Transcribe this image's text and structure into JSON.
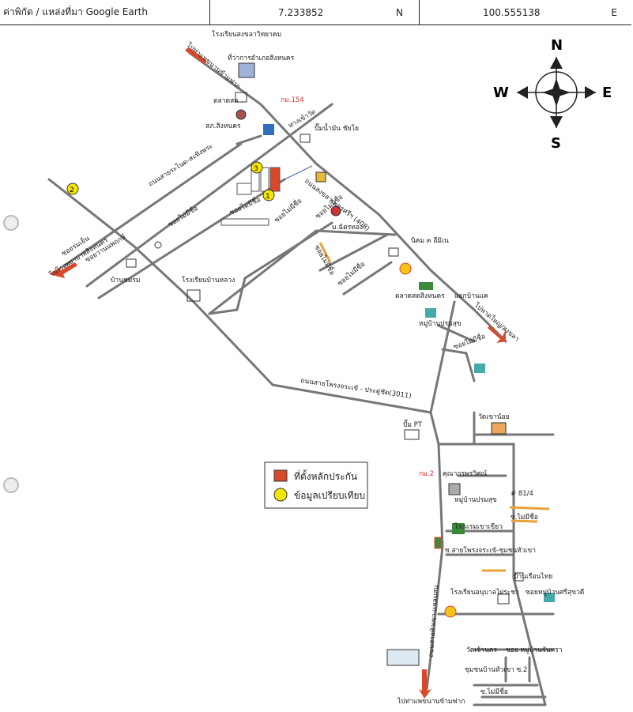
{
  "header": {
    "title": "ค่าพิกัด / แหล่งที่มา Google Earth",
    "lat": "7.233852",
    "lat_dir": "N",
    "lon": "100.555138",
    "lon_dir": "E"
  },
  "compass": {
    "n": "N",
    "s": "S",
    "e": "E",
    "w": "W"
  },
  "legend": {
    "collateral": "ที่ตั้งหลักประกัน",
    "comparable": "ข้อมูลเปรียบเทียบ",
    "collateral_color": "#d9482b",
    "comparable_color": "#f5e600"
  },
  "markers": [
    "1",
    "2",
    "3"
  ],
  "labels": {
    "school_top": "โรงเรียนสงขลาวิทยาคม",
    "district_office": "ที่ว่าการอำเภอสิงหนคร",
    "to_kao_daeng": "ไปท่าแพขนานข้ามฟาก",
    "market": "ตลาดสด",
    "km154": "กม.154",
    "singhanakorn_std": "สภ.สิงหนคร",
    "police_box": "ทางเข้าวัด",
    "gas_chaiyo": "ปั๊มน้ำมัน ชัยโย",
    "road_3011_top": "ถนนสายระโนด-สะทิงพระ",
    "soi_nirachi": "ซอยไม่มีชื่อ",
    "soi_a": "ซอยไม่มีชื่อ",
    "soi_b": "ซอยไม่มีชื่อ",
    "soi_c": "ซอยไม่มีชื่อ",
    "soi_d": "ซอยไม่มีชื่อ",
    "soi_e": "ซอยไม่มีชื่อ",
    "road_408": "ถนนสงขลา-นครศรีฯ (408)",
    "ban_sanam": "ม.ฉัตรทอง",
    "nitikarn": "นิคม ๓ อีมิเน",
    "ban_kl": "บ้านชมรม",
    "wat_bangwang": "โรงเรียนบ้านหลวง",
    "to_nakorn": "ไปโรงพยาบาลสิงหนคร",
    "soi_kong": "ซอยร่มเย็น",
    "soi_aom": "ซอยวานนพฤกษ์",
    "talad_singha": "ตลาดสดสิงหนคร",
    "yaek": "แยกบ้านแค",
    "village_a": "หมู่บ้านปรมสุข",
    "to_hatyai": "ไปหาดใหญ่/สงขลา",
    "soi_f": "ซอยไม่มีชื่อ",
    "road_3011": "ถนนสายโพรงจระเข้ - ประดู่ชัด(3011)",
    "pump_pt": "ปั๊ม PT",
    "wat_khao": "วัดเขาน้อย",
    "km2": "กม.2",
    "phatsadu": "คุณากรพรวิศณ์",
    "village_b": "หมู่บ้านปรมสุข",
    "shop_81": "# 81/4",
    "soi_g": "ซ.ไม่มีชื่อ",
    "school_khaokhiao": "โรงแรมเขาเขียว",
    "sai_phrong": "ซ.สายโพรงจระเข้-ชุมชนหัวเขา",
    "hua_khao_home": "บ้านเรือนไทย",
    "school_anuban": "โรงเรียนอนุบาลไผ่ระชา",
    "soi_village": "ซอยหมู่บ้านศรีสุขวดี",
    "road_vertical": "ถนนสายหัวเขา-แหลมสน",
    "wat_chan": "วัดเจ้านคร",
    "soi_muban": "ซอย หมู่บ้านจันทรา",
    "chumchon": "ชุมชนบ้านหัวเขา ซ.2",
    "soi_h": "ซ.ไม่มีชื่อ",
    "to_bottom": "ไปท่าแพขนานข้ามฟาก"
  }
}
